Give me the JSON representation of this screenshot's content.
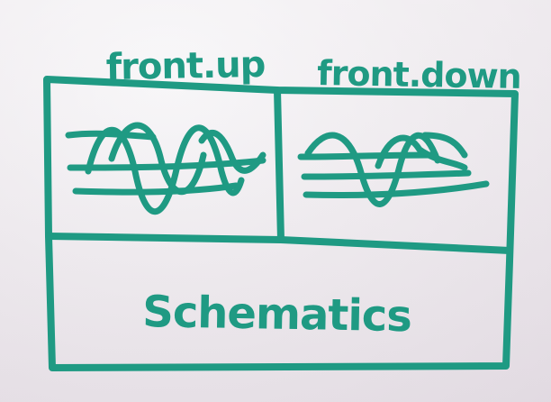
{
  "labels": {
    "front_up": "front.up",
    "front_down": "front.down",
    "schematics": "Schematics"
  },
  "colors": {
    "marker": "#1f9a83",
    "board": "#efebef"
  }
}
